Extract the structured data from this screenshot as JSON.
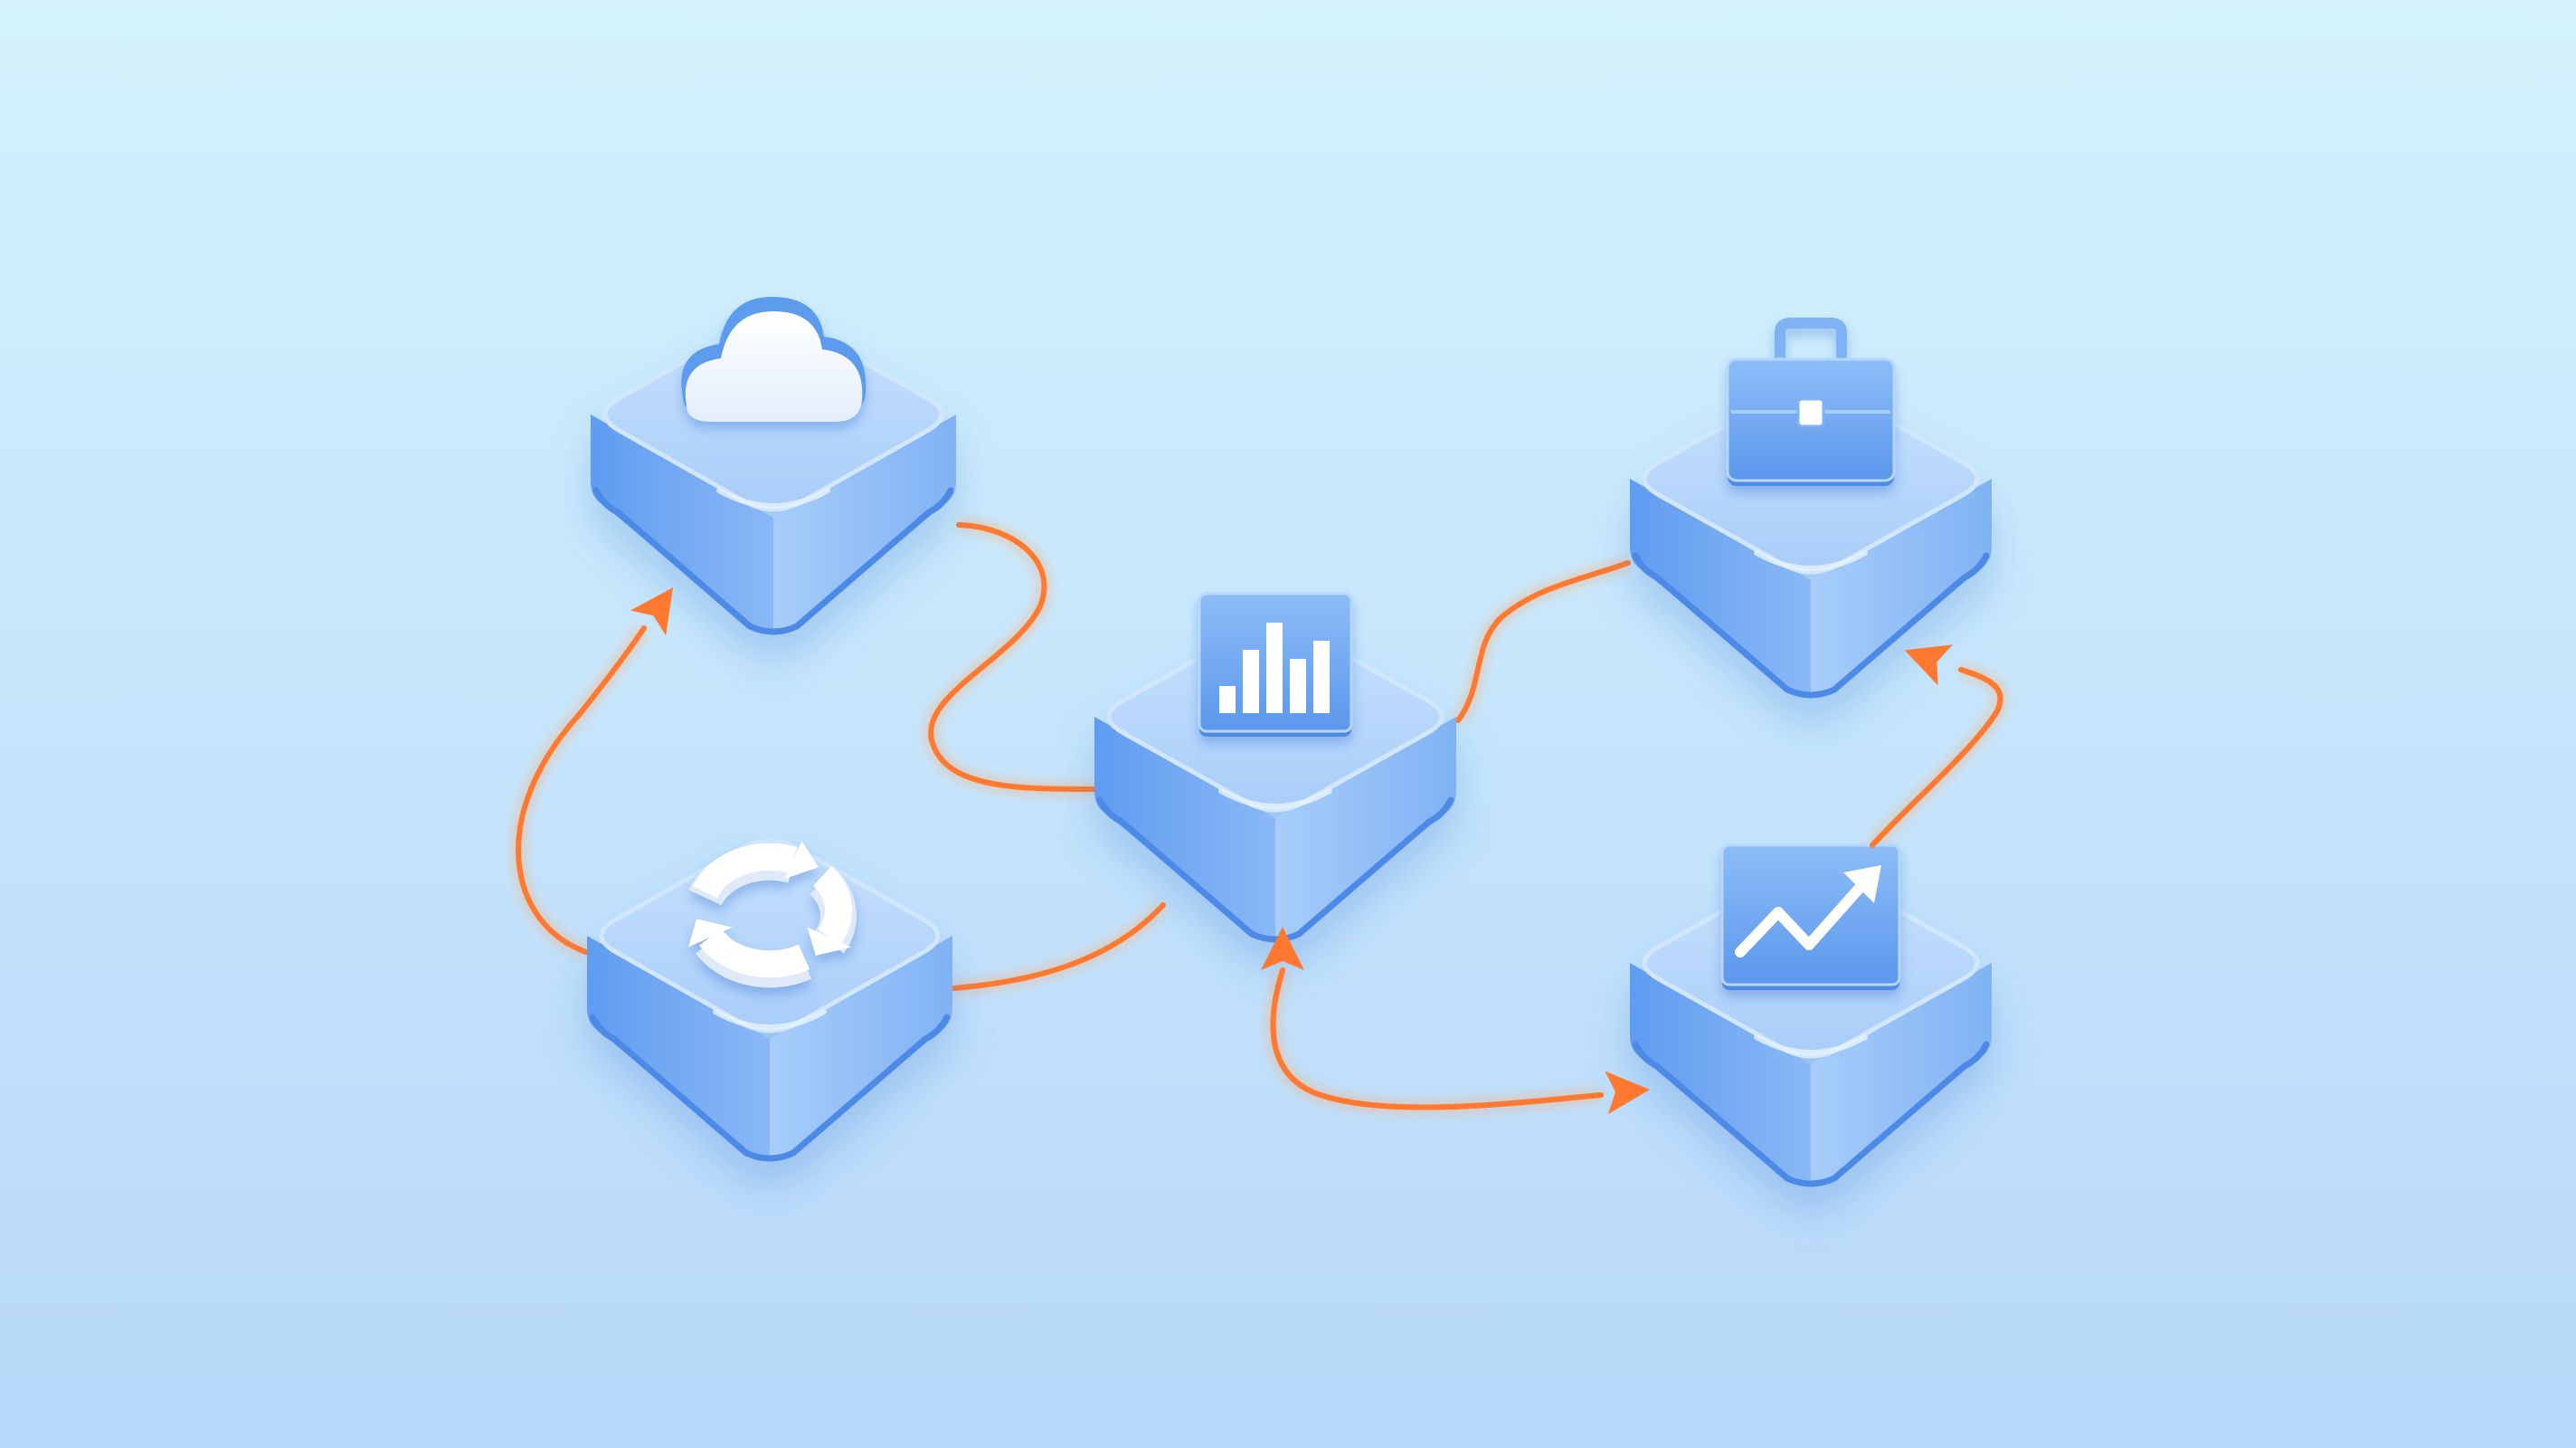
{
  "colors": {
    "background_top": "#d3f2fd",
    "background_bottom": "#b8d8fa",
    "block_top": "#b3d5fb",
    "block_top_edge": "#d2e7fd",
    "block_left": "#6ea6f1",
    "block_right": "#93c0f7",
    "block_bottom_edge": "#4d8ae8",
    "connector": "#ff7a30",
    "connector_glow": "#ffae70",
    "icon_blue": "#5b9bee",
    "icon_blue_light": "#8bbcf6",
    "icon_white": "#ffffff"
  },
  "nodes": [
    {
      "id": "cloud",
      "icon": "cloud-icon"
    },
    {
      "id": "refresh",
      "icon": "refresh-cycle-icon"
    },
    {
      "id": "analytics",
      "icon": "bar-chart-icon"
    },
    {
      "id": "business",
      "icon": "briefcase-icon"
    },
    {
      "id": "growth",
      "icon": "trend-up-chart-icon"
    }
  ],
  "connectors": [
    {
      "from": "refresh",
      "to": "cloud",
      "arrow": true
    },
    {
      "from": "cloud",
      "to": "analytics",
      "arrow": false
    },
    {
      "from": "refresh",
      "to": "analytics",
      "arrow": false
    },
    {
      "from": "analytics",
      "to": "business",
      "arrow": false
    },
    {
      "from": "analytics",
      "to": "growth",
      "arrow": true
    },
    {
      "from": "growth",
      "to": "business",
      "arrow": true
    }
  ]
}
